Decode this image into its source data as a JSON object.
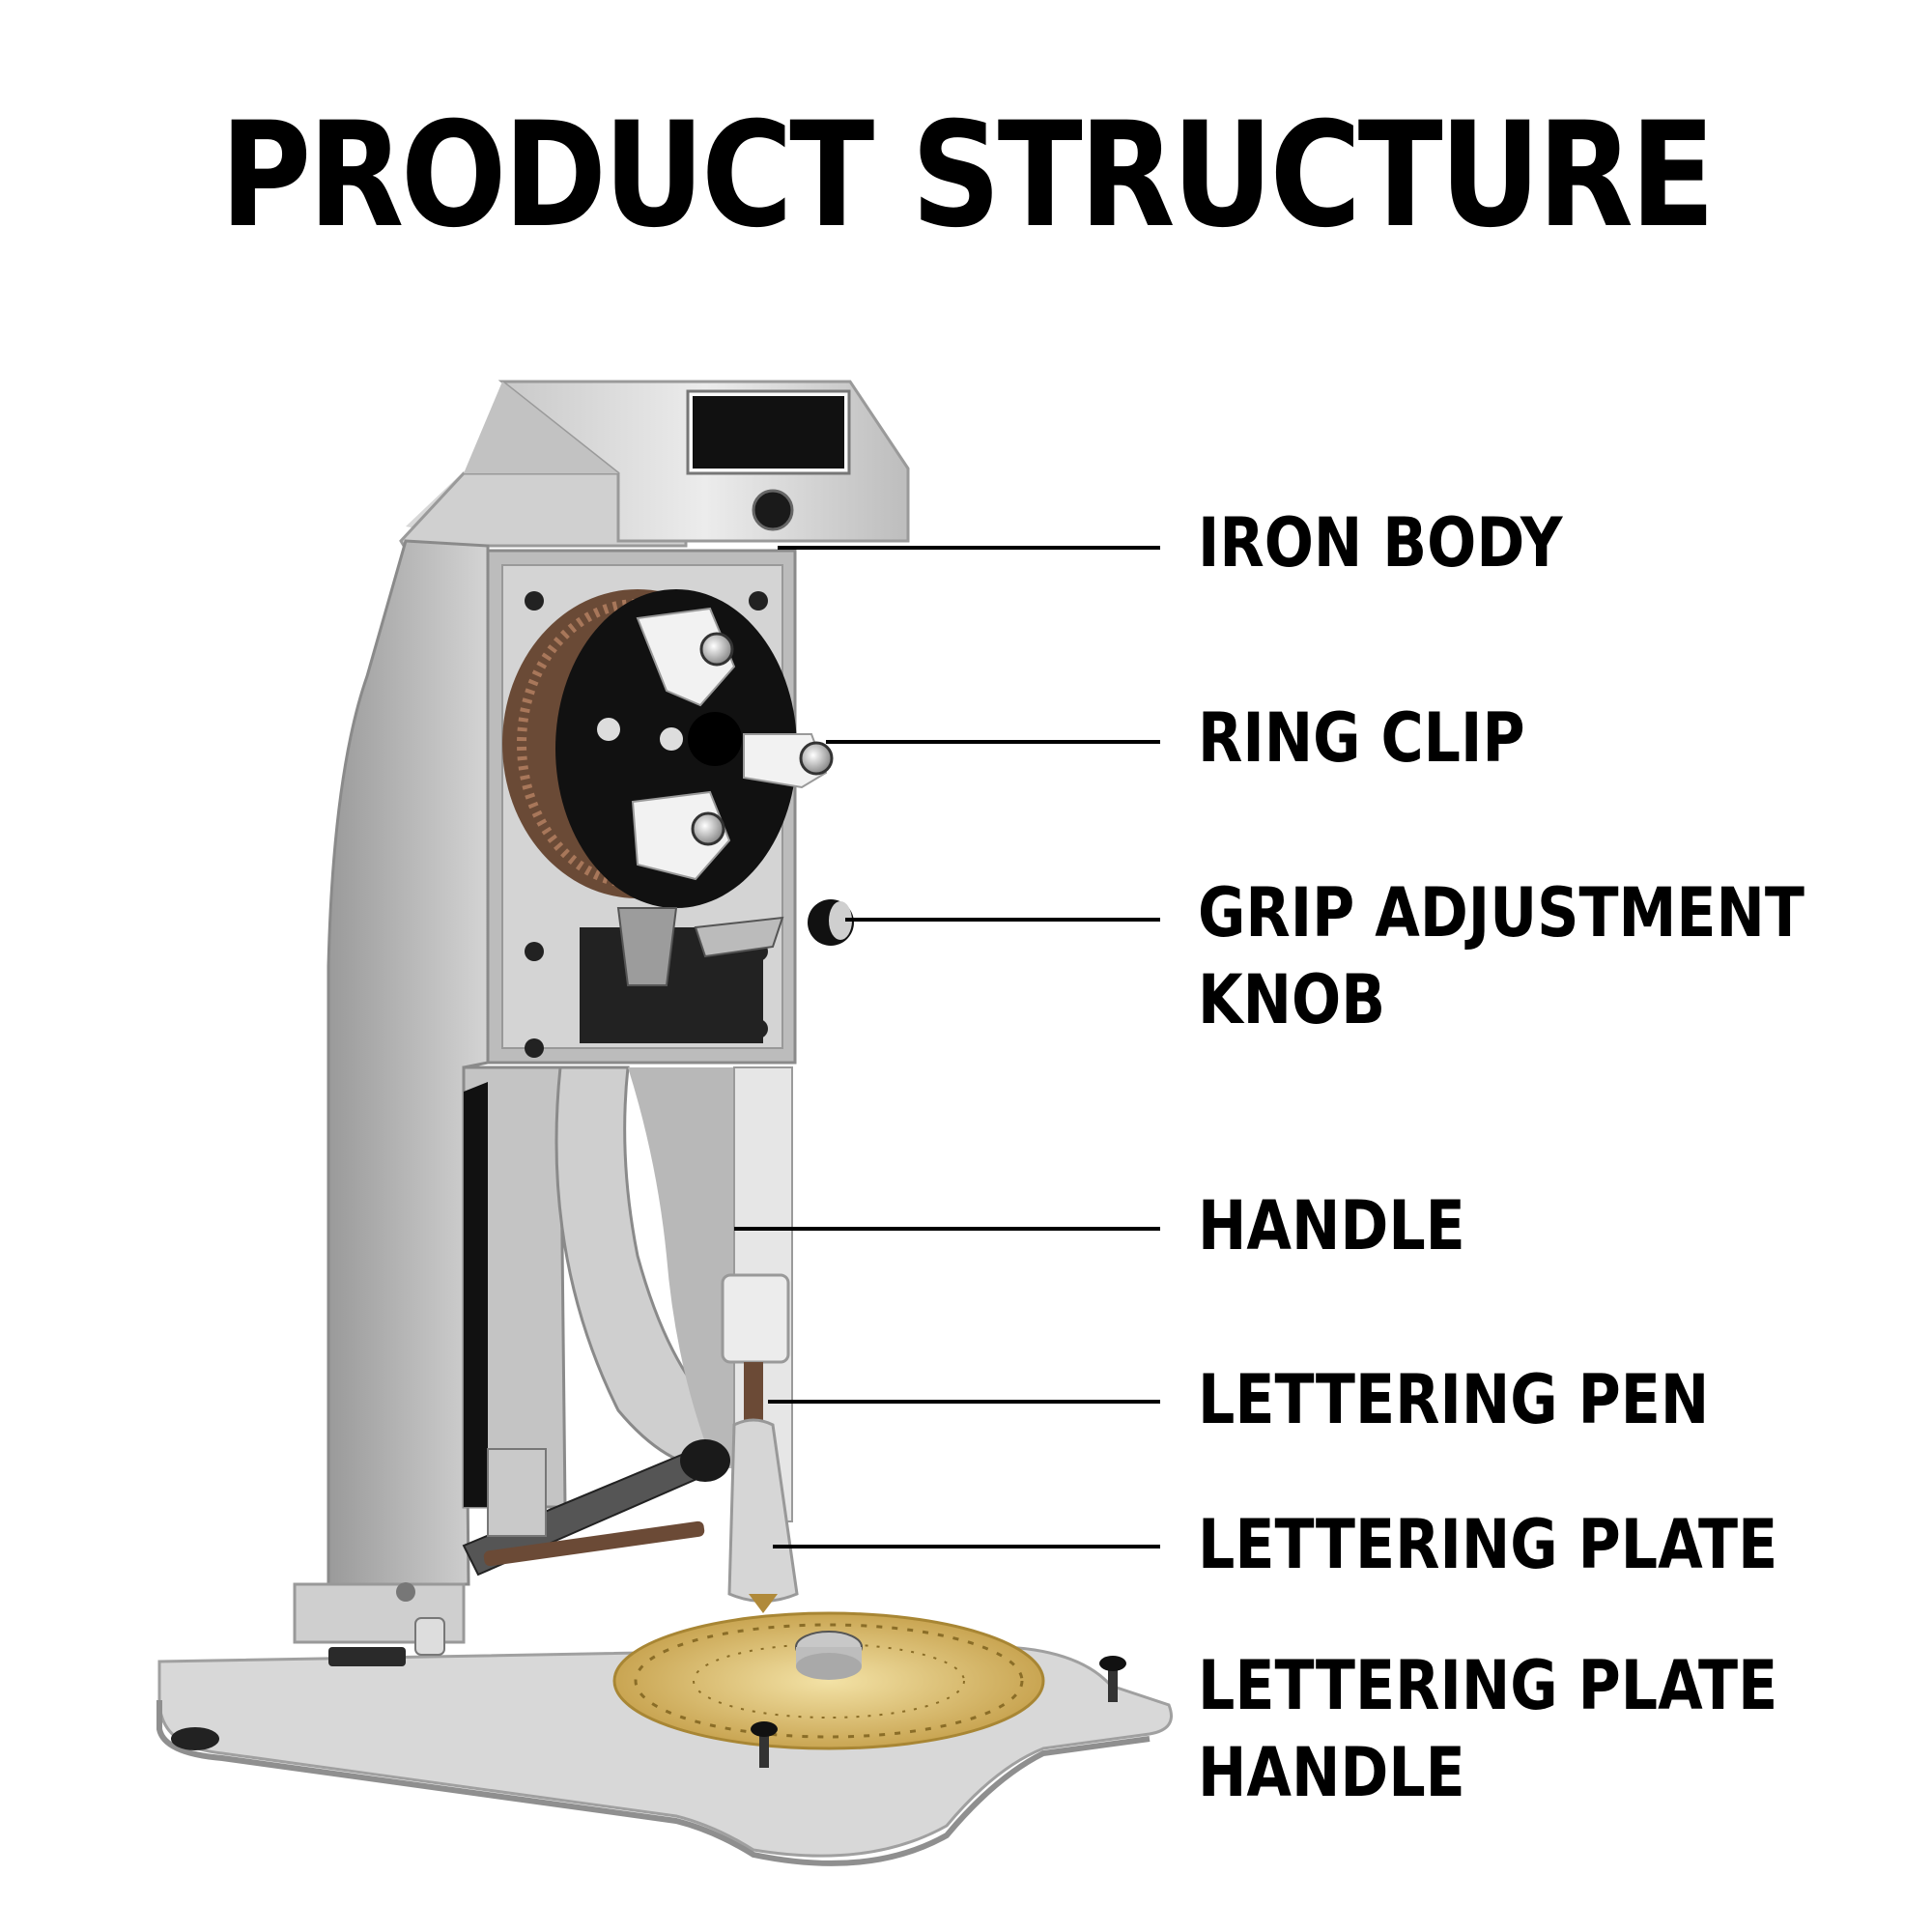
{
  "title": "PRODUCT STRUCTURE",
  "labels": [
    {
      "id": "iron-body",
      "lines": [
        "IRON BODY"
      ]
    },
    {
      "id": "ring-clip",
      "lines": [
        "RING CLIP"
      ]
    },
    {
      "id": "grip-adjustment-knob",
      "lines": [
        "GRIP ADJUSTMENT",
        "KNOB"
      ]
    },
    {
      "id": "handle",
      "lines": [
        "HANDLE"
      ]
    },
    {
      "id": "lettering-pen",
      "lines": [
        "LETTERING PEN"
      ]
    },
    {
      "id": "lettering-plate",
      "lines": [
        "LETTERING PLATE"
      ]
    },
    {
      "id": "lettering-plate-handle",
      "lines": [
        "LETTERING PLATE",
        "HANDLE"
      ]
    }
  ]
}
